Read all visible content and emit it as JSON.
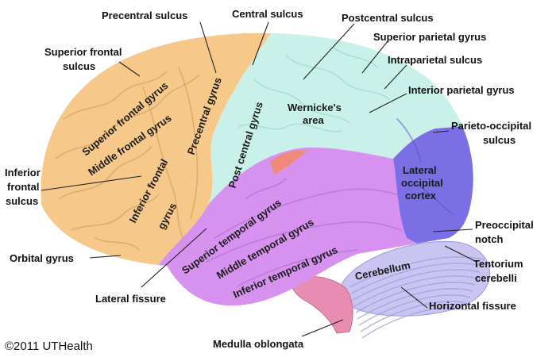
{
  "copyright": "©2011 UTHealth",
  "colors": {
    "frontal": "#f6c98a",
    "parietal": "#c9f1e9",
    "temporal": "#d692ee",
    "occipital": "#7b6fe6",
    "cerebellum": "#c9c5f0",
    "brainstem": "#e98cb2",
    "fissure": "#f08a78"
  },
  "regions": {
    "superior_frontal_gyrus": "Superior frontal gyrus",
    "middle_frontal_gyrus": "Middle frontal gyrus",
    "precentral_gyrus": "Precentral gyrus",
    "inferior_frontal_gyrus_1": "Inferior frontal",
    "inferior_frontal_gyrus_2": "gyrus",
    "post_central_gyrus": "Post central gyrus",
    "wernickes_area_1": "Wernicke's",
    "wernickes_area_2": "area",
    "lateral_occipital_cortex_1": "Lateral",
    "lateral_occipital_cortex_2": "occipital",
    "lateral_occipital_cortex_3": "cortex",
    "superior_temporal_gyrus": "Superior temporal gyrus",
    "middle_temporal_gyrus": "Middle temporal gyrus",
    "inferior_temporal_gyrus": "Inferior temporal gyrus",
    "cerebellum": "Cerebellum"
  },
  "labels": {
    "precentral_sulcus": "Precentral sulcus",
    "central_sulcus": "Central sulcus",
    "postcentral_sulcus": "Postcentral sulcus",
    "superior_parietal_gyrus": "Superior parietal gyrus",
    "intraparietal_sulcus": "Intraparietal sulcus",
    "interior_parietal_gyrus": "Interior parietal gyrus",
    "parieto_occipital_sulcus_1": "Parieto-occipital",
    "parieto_occipital_sulcus_2": "sulcus",
    "superior_frontal_sulcus_1": "Superior frontal",
    "superior_frontal_sulcus_2": "sulcus",
    "inferior_frontal_sulcus_1": "Inferior",
    "inferior_frontal_sulcus_2": "frontal",
    "inferior_frontal_sulcus_3": "sulcus",
    "orbital_gyrus": "Orbital gyrus",
    "lateral_fissure": "Lateral fissure",
    "preoccipital_notch_1": "Preoccipital",
    "preoccipital_notch_2": "notch",
    "tentorium_cerebelli_1": "Tentorium",
    "tentorium_cerebelli_2": "cerebelli",
    "horizontal_fissure": "Horizontal fissure",
    "medulla_oblongata": "Medulla oblongata"
  }
}
